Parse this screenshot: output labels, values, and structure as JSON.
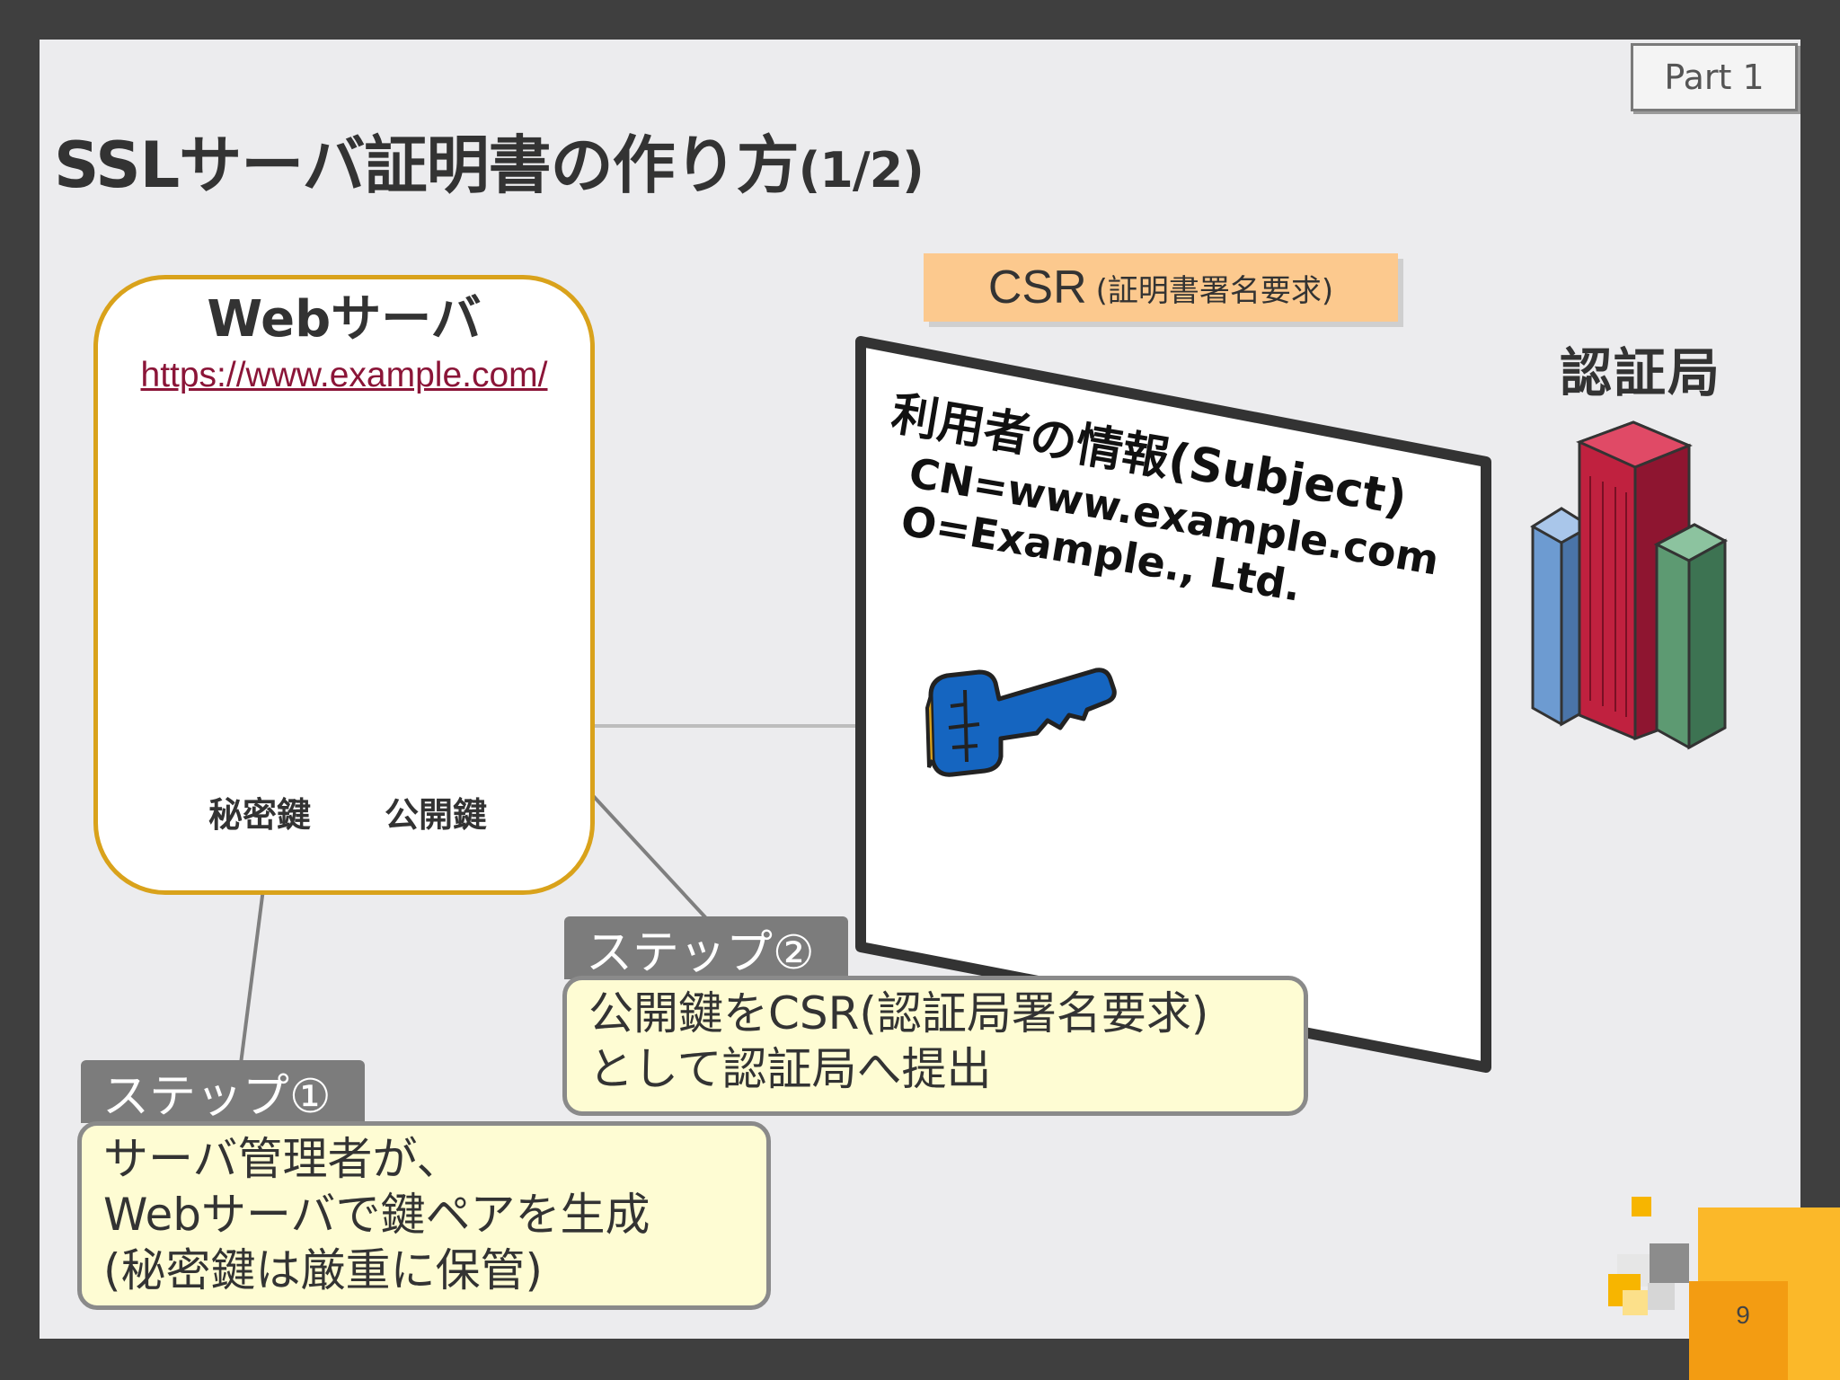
{
  "slide": {
    "part_label": "Part 1",
    "title_main": "SSLサーバ証明書の作り方",
    "title_suffix": "(1/2)",
    "page_number": "9"
  },
  "web_server": {
    "title": "Webサーバ",
    "url": "https://www.example.com/",
    "private_key_label": "秘密鍵",
    "public_key_label": "公開鍵"
  },
  "csr": {
    "banner_main": "CSR",
    "banner_sub": "(証明書署名要求)",
    "subject_heading": "利用者の情報(Subject)",
    "cn_line": "CN=www.example.com",
    "o_line": "O=Example., Ltd."
  },
  "ca": {
    "label": "認証局"
  },
  "steps": {
    "step1_tab": "ステップ①",
    "step1_line1": "サーバ管理者が、",
    "step1_line2": "Webサーバで鍵ペアを生成",
    "step1_line3": "(秘密鍵は厳重に保管)",
    "step2_tab": "ステップ②",
    "step2_line1": "公開鍵をCSR(認証局署名要求)",
    "step2_line2": "として認証局へ提出"
  },
  "colors": {
    "frame": "#3f3f3f",
    "slide_bg": "#ececee",
    "web_box_border": "#d9a21b",
    "public_key": "#1565c0",
    "private_key": "#f4a08c",
    "csr_banner": "#fcc98e",
    "step_box_bg": "#fefcd3",
    "accent_yellow": "#fbb829"
  }
}
